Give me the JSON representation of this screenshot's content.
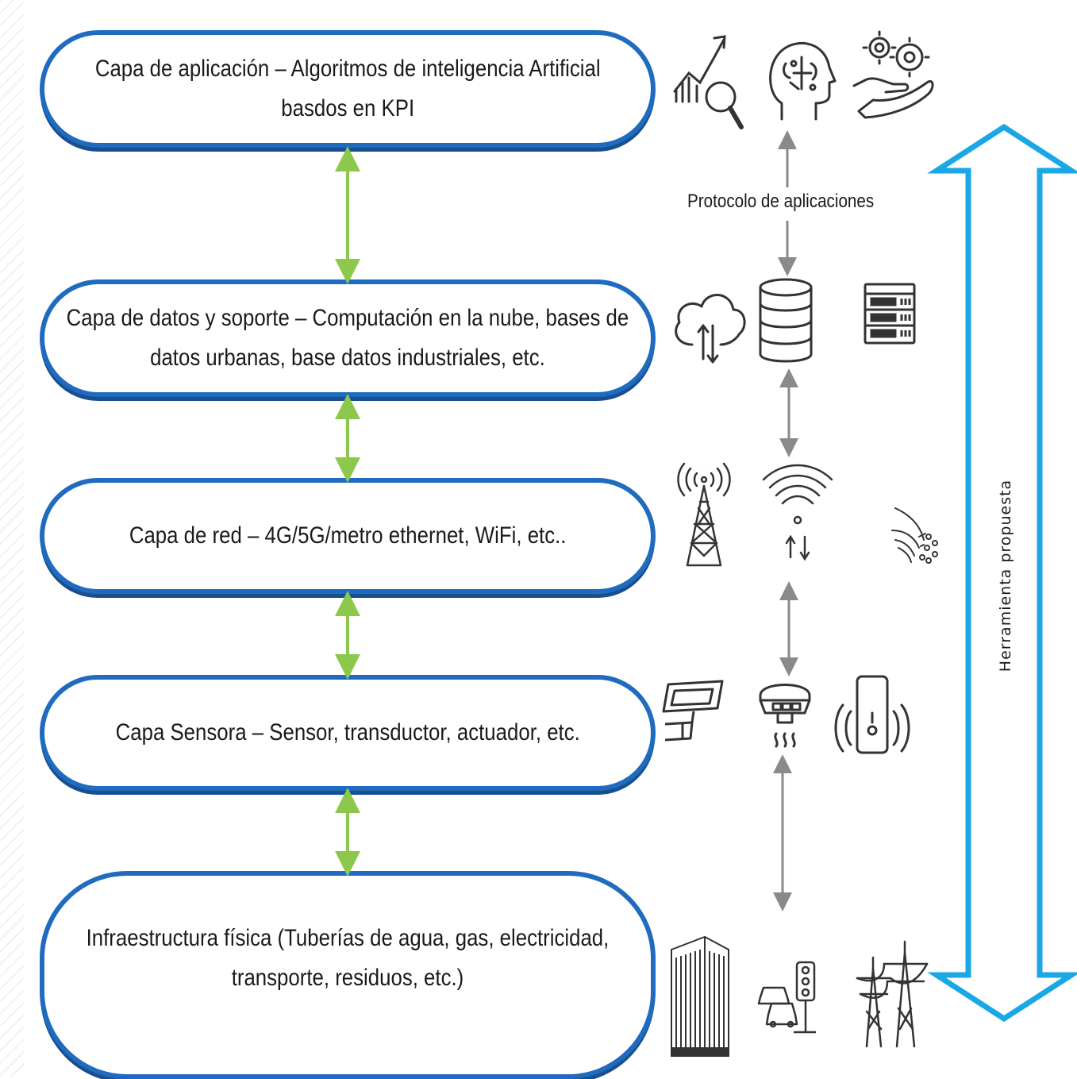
{
  "layers": [
    {
      "lines": [
        "Capa de aplicación – Algoritmos de inteligencia Artificial",
        "basdos en KPI"
      ]
    },
    {
      "lines": [
        "Capa de datos y soporte – Computación en la nube, bases de",
        "datos urbanas, base datos industriales, etc."
      ]
    },
    {
      "lines": [
        "Capa de red – 4G/5G/metro ethernet, WiFi, etc.."
      ]
    },
    {
      "lines": [
        "Capa Sensora – Sensor, transductor, actuador, etc."
      ]
    },
    {
      "lines": [
        "Infraestructura física (Tuberías de agua, gas, electricidad,",
        "transporte, residuos, etc.)"
      ]
    }
  ],
  "protocol_label": "Protocolo de aplicaciones",
  "tool_label": "Herramienta propuesta",
  "icons": {
    "application": [
      "analytics-chart-icon",
      "ai-head-icon",
      "gears-hand-icon"
    ],
    "data": [
      "cloud-sync-icon",
      "database-icon",
      "server-rack-icon"
    ],
    "network": [
      "cell-tower-icon",
      "wifi-icon",
      "fiber-optic-icon"
    ],
    "sensor": [
      "camera-sensor-icon",
      "smoke-detector-icon",
      "vibration-sensor-icon"
    ],
    "infrastructure": [
      "building-icon",
      "traffic-icon",
      "power-tower-icon"
    ]
  },
  "colors": {
    "box_border": "#1f6bbf",
    "layer_arrow": "#8cc84b",
    "flow_arrow": "#8a8a8a",
    "tool_arrow": "#1aa7e6"
  }
}
